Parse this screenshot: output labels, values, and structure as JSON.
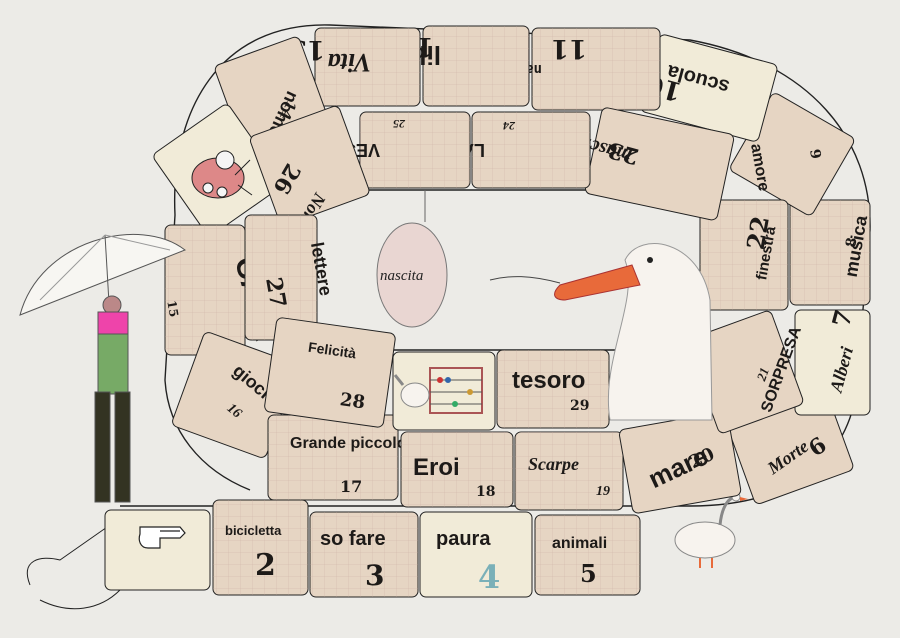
{
  "colors": {
    "paper": "#ecebe7",
    "tile": "#e6d5c3",
    "tile_light": "#f1ebd8",
    "line": "#222222",
    "beak": "#e86a3a",
    "egg": "#e9d6d2"
  },
  "tiles": [
    {
      "num": "2",
      "label": "bicicletta"
    },
    {
      "num": "3",
      "label": "so fare"
    },
    {
      "num": "4",
      "label": "paura"
    },
    {
      "num": "5",
      "label": "animali"
    },
    {
      "num": "6",
      "label": "Morte"
    },
    {
      "num": "7",
      "label": "Alberi"
    },
    {
      "num": "8",
      "label": "musica"
    },
    {
      "num": "9",
      "label": "amore"
    },
    {
      "num": "10",
      "label": "scuola"
    },
    {
      "num": "11",
      "label": "nascondiglio"
    },
    {
      "num": "12",
      "label": "libri"
    },
    {
      "num": "13",
      "label": "Vita"
    },
    {
      "num": "14",
      "label": "nome"
    },
    {
      "num": "15",
      "label": "CASA"
    },
    {
      "num": "16",
      "label": "giochi"
    },
    {
      "num": "17",
      "label": "Grande piccolo"
    },
    {
      "num": "18",
      "label": "Eroi"
    },
    {
      "num": "19",
      "label": "Scarpe"
    },
    {
      "num": "20",
      "label": "mare"
    },
    {
      "num": "21",
      "label": "SORPRESA"
    },
    {
      "num": "22",
      "label": "finestra"
    },
    {
      "num": "23",
      "label": "maschere"
    },
    {
      "num": "24",
      "label": "LAVORO"
    },
    {
      "num": "25",
      "label": "VESTITI"
    },
    {
      "num": "26",
      "label": "Nonni"
    },
    {
      "num": "27",
      "label": "lettere"
    },
    {
      "num": "28",
      "label": "Felicità"
    },
    {
      "num": "29",
      "label": "tesoro"
    }
  ],
  "center": {
    "egg_label": "nascita"
  },
  "icons": [
    "pointing-hand-icon",
    "goose-icon",
    "abacus-goose-icon",
    "creature-icon",
    "man-with-umbrella-icon",
    "goose-head-icon"
  ]
}
